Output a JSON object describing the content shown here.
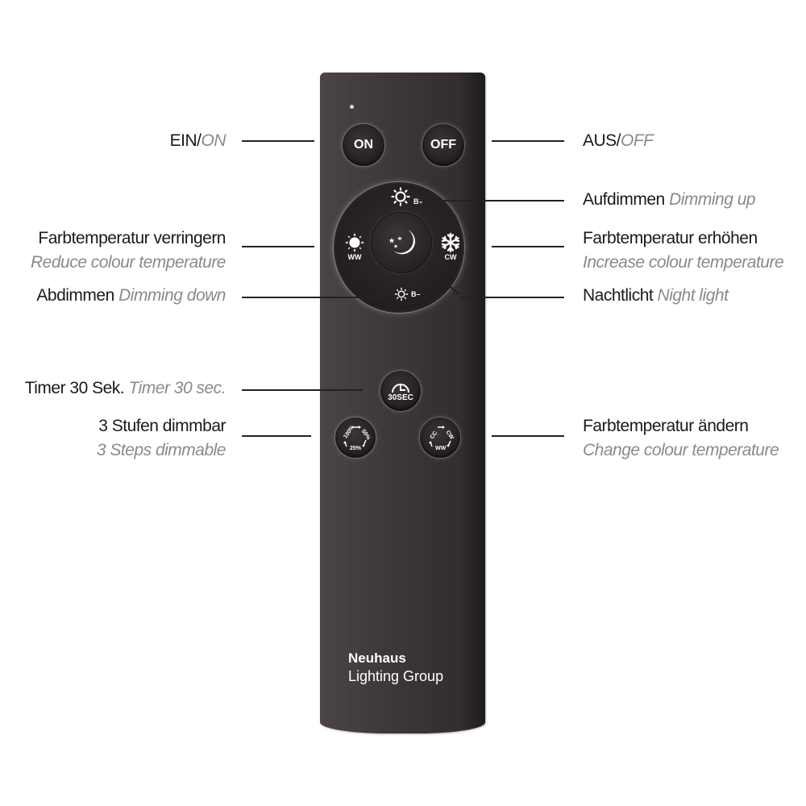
{
  "remote": {
    "buttons": {
      "on": "ON",
      "off": "OFF",
      "bright_up": "B+",
      "bright_down": "B–",
      "warm_white": "WW",
      "cool_white": "CW",
      "timer": "30SEC",
      "dim_steps": {
        "s100": "100%",
        "s50": "50%",
        "s25": "25%"
      },
      "cct_cycle": {
        "cc": "CC",
        "cw": "CW",
        "ww": "WW"
      }
    },
    "brand": {
      "line1": "Neuhaus",
      "line2": "Lighting Group"
    },
    "colors": {
      "body": "#3e383a",
      "button": "#262224",
      "label_de": "#1a1a1a",
      "label_en": "#8a8a8a"
    }
  },
  "labels": {
    "on": {
      "de": "EIN/",
      "en": "ON"
    },
    "off": {
      "de": "AUS/",
      "en": "OFF"
    },
    "dim_up": {
      "de": "Aufdimmen ",
      "en": "Dimming up"
    },
    "reduce_cct": {
      "de": "Farbtemperatur verringern",
      "en": "Reduce colour temperature"
    },
    "increase_cct": {
      "de": "Farbtemperatur erhöhen",
      "en": "Increase colour temperature"
    },
    "dim_down": {
      "de": "Abdimmen ",
      "en": "Dimming down"
    },
    "night_light": {
      "de": "Nachtlicht ",
      "en": "Night light"
    },
    "timer": {
      "de": "Timer 30 Sek. ",
      "en": "Timer 30 sec."
    },
    "dim_steps": {
      "de": "3 Stufen dimmbar",
      "en": "3 Steps dimmable"
    },
    "change_cct": {
      "de": "Farbtemperatur ändern",
      "en": "Change colour temperature"
    }
  }
}
